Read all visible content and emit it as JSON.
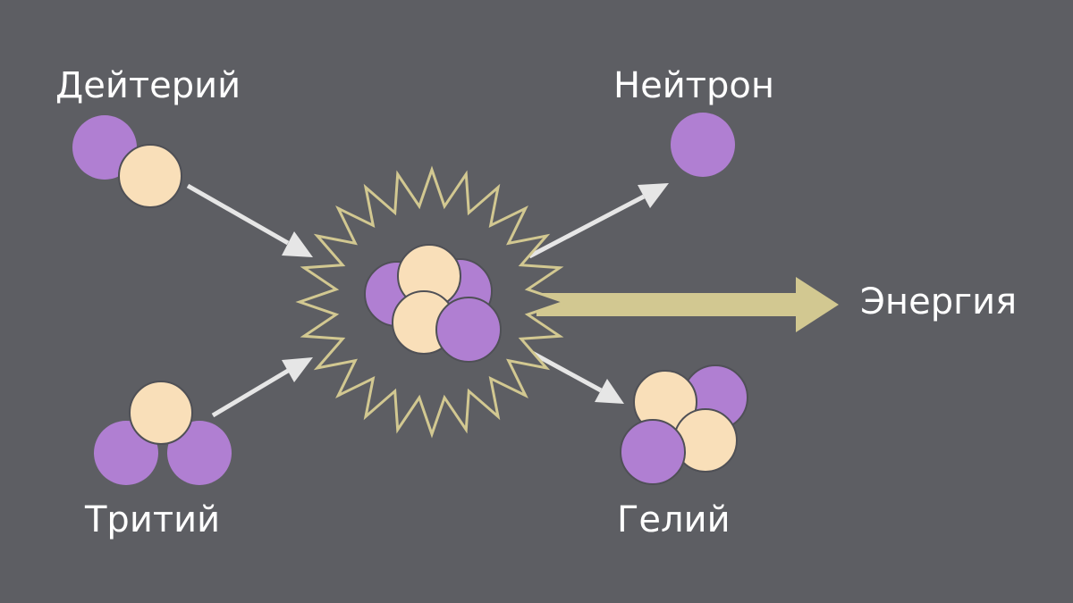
{
  "colors": {
    "background": "#5d5e63",
    "neutron": "#b07fd2",
    "proton": "#f9dfb9",
    "arrow": "#e6e6e6",
    "energy": "#d2c891",
    "burst_stroke": "#d2c891",
    "particle_stroke": "#4f5056"
  },
  "labels": {
    "deuterium": "Дейтерий",
    "tritium": "Тритий",
    "neutron": "Нейтрон",
    "helium": "Гелий",
    "energy": "Энергия"
  }
}
